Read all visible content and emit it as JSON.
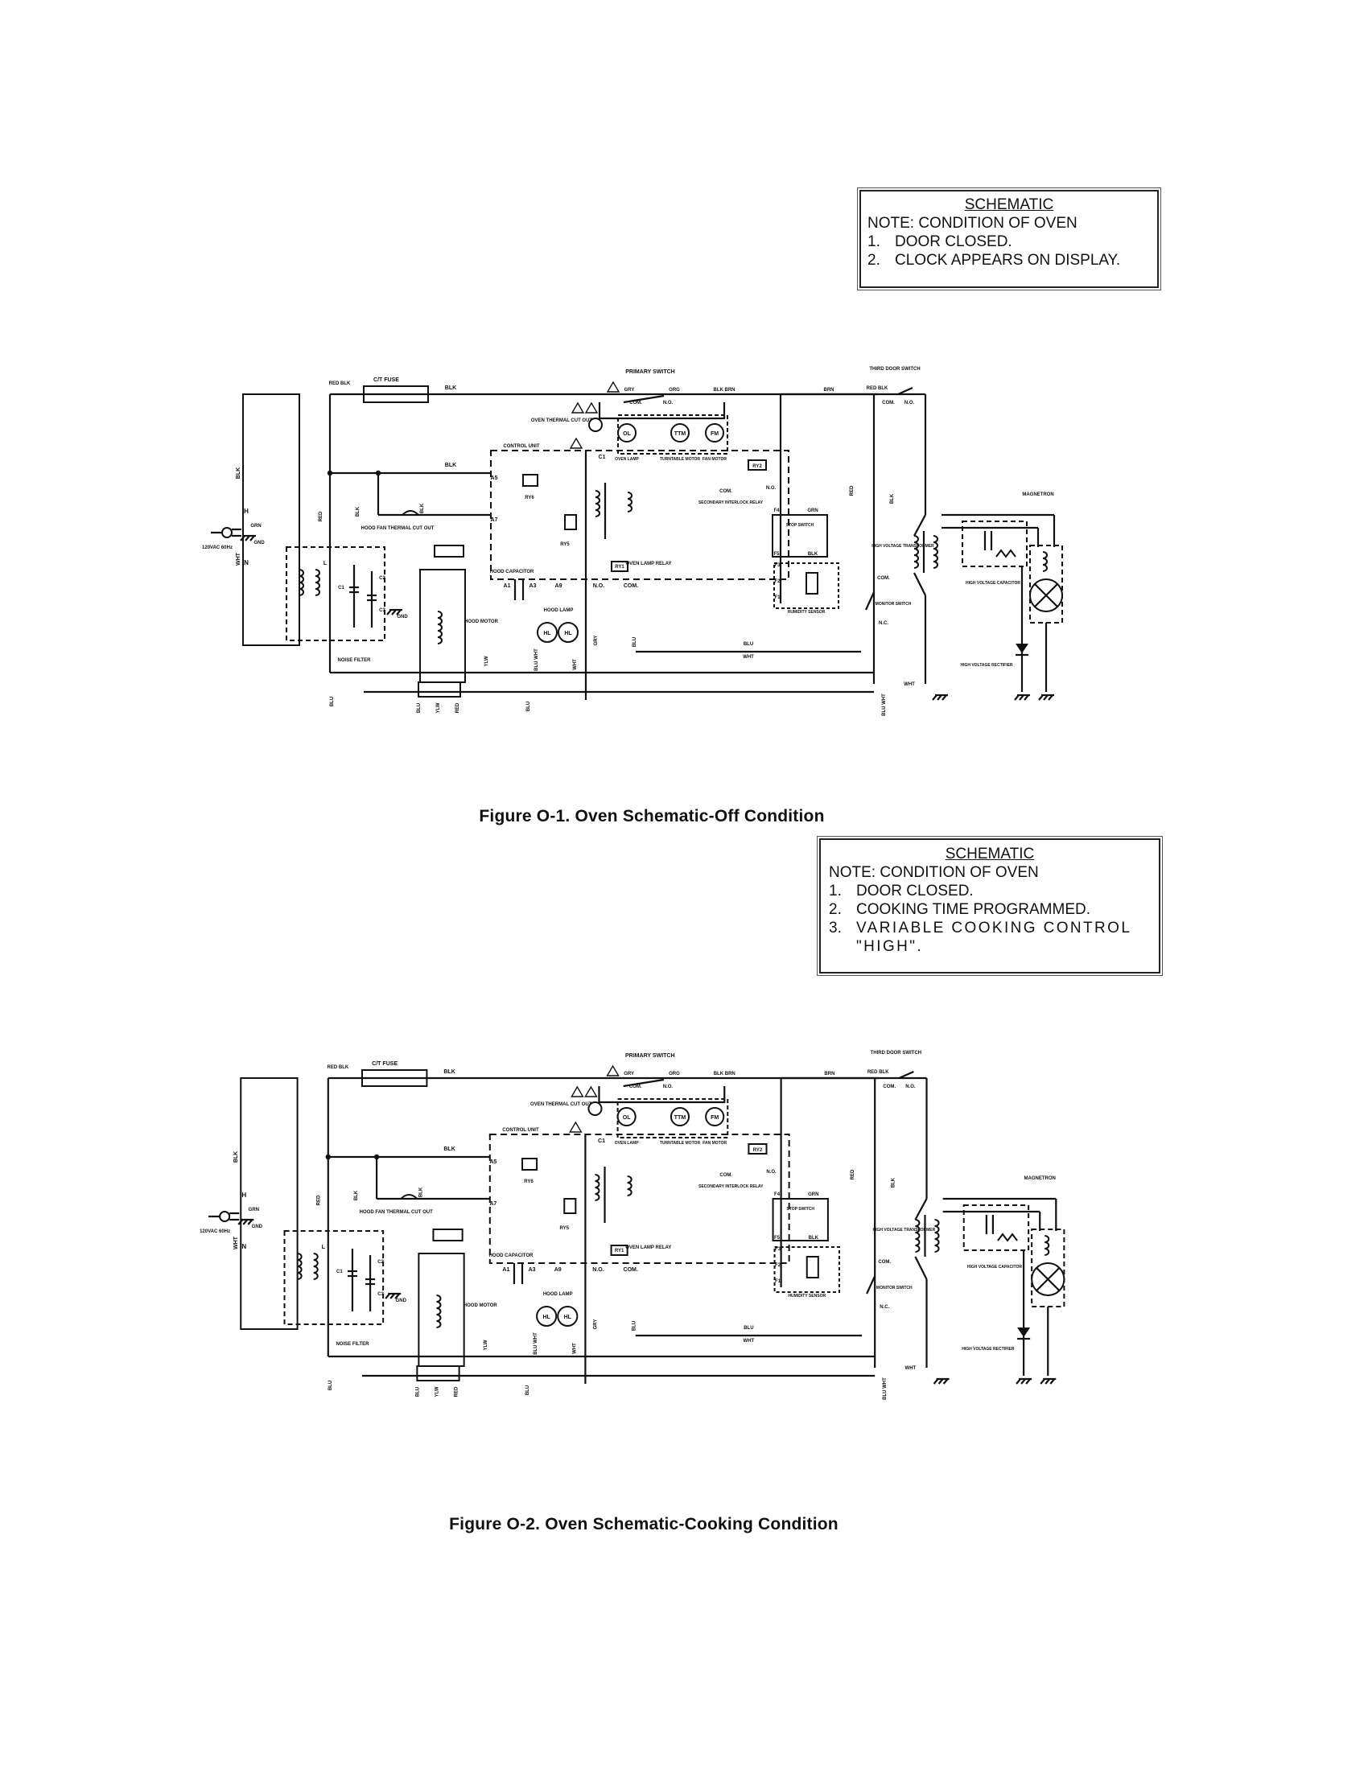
{
  "figure1": {
    "note": {
      "heading": "SCHEMATIC",
      "subheading": "NOTE: CONDITION OF OVEN",
      "items": [
        {
          "num": "1.",
          "text": "DOOR CLOSED."
        },
        {
          "num": "2.",
          "text": "CLOCK APPEARS ON DISPLAY."
        }
      ]
    },
    "caption": "Figure O-1. Oven Schematic-Off Condition",
    "labels": {
      "supply": "120VAC 60Hz",
      "gnd": "GND",
      "grn": "GRN",
      "h": "H",
      "n": "N",
      "noise_filter": "NOISE FILTER",
      "ctf_fuse": "C/T FUSE",
      "primary_switch": "PRIMARY SWITCH",
      "oven_thermal": "OVEN THERMAL CUT OUT",
      "control_unit": "CONTROL UNIT",
      "hood_fan_thermal": "HOOD FAN THERMAL CUT OUT",
      "hood_motor": "HOOD MOTOR",
      "hood_capacitor": "HOOD CAPACITOR",
      "hood_lamp": "HOOD LAMP",
      "oven_lamp_relay": "OVEN LAMP RELAY",
      "secondary_interlock": "SECONDARY INTERLOCK RELAY",
      "stop_switch": "STOP SWITCH",
      "humidity_sensor": "HUMIDITY SENSOR",
      "third_door_switch": "THIRD DOOR SWITCH",
      "monitor_switch": "MONITOR SWITCH",
      "hv_transformer": "HIGH VOLTAGE TRANSFORMER",
      "hv_capacitor": "HIGH VOLTAGE CAPACITOR",
      "hv_rectifier": "HIGH VOLTAGE RECTIFIER",
      "magnetron": "MAGNETRON",
      "oven_lamp": "OVEN LAMP",
      "turntable_motor": "TURNTABLE MOTOR",
      "fan_motor": "FAN MOTOR",
      "ol": "OL",
      "ttm": "TTM",
      "fm": "FM",
      "hl": "HL",
      "ry1": "RY1",
      "ry2": "RY2",
      "ry5": "RY5",
      "ry6": "RY6",
      "com": "COM.",
      "no": "N.O.",
      "nc": "N.C.",
      "a1": "A1",
      "a3": "A3",
      "a5": "A5",
      "a7": "A7",
      "a9": "A9",
      "c1": "C1",
      "f1": "F1",
      "f2": "F2",
      "f3": "F3",
      "f4": "F4",
      "f5": "F5",
      "c1cap": "C1",
      "c2cap": "C2",
      "c3cap": "C3",
      "l": "L",
      "red": "RED",
      "blk": "BLK",
      "wht": "WHT",
      "blu": "BLU",
      "grn_w": "GRN",
      "gry": "GRY",
      "brn": "BRN",
      "org": "ORG",
      "ylw": "YLW",
      "red_blk": "RED BLK",
      "blu_wht": "BLU WHT",
      "blk_brn": "BLK BRN"
    }
  },
  "figure2": {
    "note": {
      "heading": "SCHEMATIC",
      "subheading": "NOTE: CONDITION OF OVEN",
      "items": [
        {
          "num": "1.",
          "text": "DOOR CLOSED."
        },
        {
          "num": "2.",
          "text": "COOKING TIME PROGRAMMED."
        },
        {
          "num": "3.",
          "text": "VARIABLE COOKING CONTROL \"HIGH\"."
        }
      ]
    },
    "caption": "Figure O-2. Oven Schematic-Cooking Condition"
  },
  "colors": {
    "ink": "#111111",
    "paper": "#ffffff"
  }
}
